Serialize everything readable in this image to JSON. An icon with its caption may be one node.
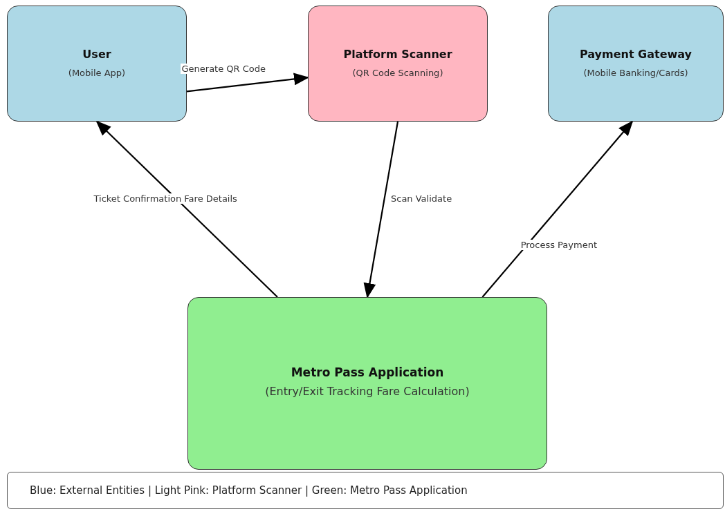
{
  "diagram": {
    "nodes": [
      {
        "text": [
          "User",
          "(Mobile App)"
        ]
      },
      {
        "text": [
          "Platform Scanner",
          "(QR Code Scanning)"
        ]
      },
      {
        "text": [
          "Payment Gateway",
          "(Mobile Banking/Cards)"
        ]
      },
      {
        "text": [
          "Metro Pass Application",
          "(Entry/Exit Tracking Fare Calculation)"
        ]
      }
    ],
    "edges": [
      {
        "from": 0,
        "to": 1,
        "arrow": "to",
        "label": "Generate QR Code"
      },
      {
        "from": 3,
        "to": 0,
        "arrow": "to",
        "label": "Ticket Confirmation Fare Details"
      },
      {
        "from": 1,
        "to": 3,
        "arrow": "to",
        "label": "Scan Validate"
      },
      {
        "from": 3,
        "to": 2,
        "arrow": "to",
        "label": "Process Payment"
      }
    ],
    "labels": [
      "Blue: External Entities | Light Pink: Platform Scanner | Green: Metro Pass Application"
    ]
  }
}
